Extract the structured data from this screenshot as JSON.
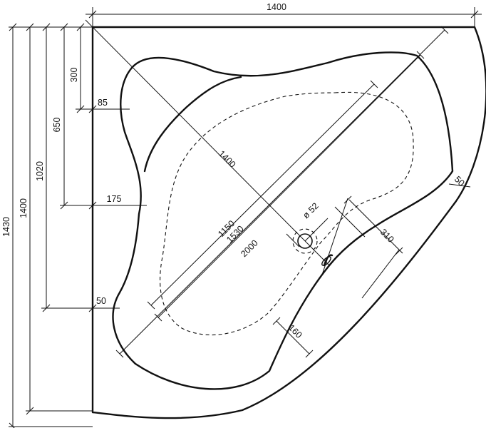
{
  "dimensions": {
    "top_width": "1400",
    "left_outer_height": "1430",
    "left_inner_height": "1400",
    "left_1020": "1020",
    "left_650": "650",
    "left_300": "300",
    "offset_85": "85",
    "offset_175": "175",
    "offset_50_left": "50",
    "offset_50_right": "50",
    "diagonal_1400": "1400",
    "diag_1150": "1150",
    "diag_1530": "1530",
    "diag_2000": "2000",
    "drain_diameter": "ø 52",
    "dim_310": "310",
    "dim_160": "160"
  }
}
